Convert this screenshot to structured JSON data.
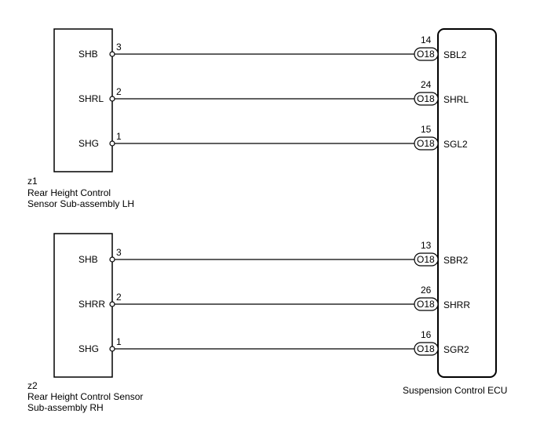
{
  "sensor_lh": {
    "code": "z1",
    "name_line1": "Rear Height Control",
    "name_line2": "Sensor Sub-assembly LH",
    "terminals": [
      {
        "name": "SHB",
        "pin": "3"
      },
      {
        "name": "SHRL",
        "pin": "2"
      },
      {
        "name": "SHG",
        "pin": "1"
      }
    ]
  },
  "sensor_rh": {
    "code": "z2",
    "name_line1": "Rear Height Control Sensor",
    "name_line2": "Sub-assembly RH",
    "terminals": [
      {
        "name": "SHB",
        "pin": "3"
      },
      {
        "name": "SHRR",
        "pin": "2"
      },
      {
        "name": "SHG",
        "pin": "1"
      }
    ]
  },
  "ecu": {
    "name": "Suspension Control ECU",
    "terminals": [
      {
        "name": "SBL2",
        "pin": "14",
        "connector": "O18"
      },
      {
        "name": "SHRL",
        "pin": "24",
        "connector": "O18"
      },
      {
        "name": "SGL2",
        "pin": "15",
        "connector": "O18"
      },
      {
        "name": "SBR2",
        "pin": "13",
        "connector": "O18"
      },
      {
        "name": "SHRR",
        "pin": "26",
        "connector": "O18"
      },
      {
        "name": "SGR2",
        "pin": "16",
        "connector": "O18"
      }
    ]
  }
}
